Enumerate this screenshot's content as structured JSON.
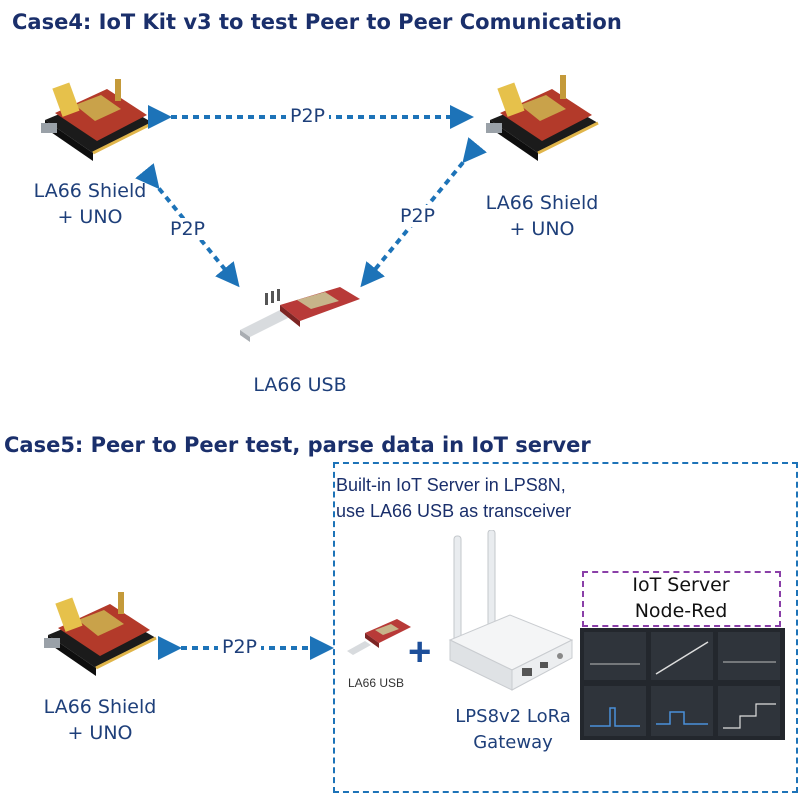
{
  "case4": {
    "title": "Case4: IoT Kit v3 to test Peer to Peer Comunication",
    "node_left": {
      "line1": "LA66 Shield",
      "line2": "+ UNO"
    },
    "node_right": {
      "line1": "LA66 Shield",
      "line2": "+ UNO"
    },
    "node_bottom": {
      "line1": "LA66 USB"
    },
    "link_top": "P2P",
    "link_left": "P2P",
    "link_right": "P2P"
  },
  "case5": {
    "title": "Case5: Peer to Peer test, parse data in IoT server",
    "box_caption": {
      "line1": "Built-in IoT Server in LPS8N,",
      "line2": "use LA66 USB as transceiver"
    },
    "node_shield": {
      "line1": "LA66 Shield",
      "line2": "+ UNO"
    },
    "link": "P2P",
    "usb_label": "LA66 USB",
    "plus": "+",
    "gateway": {
      "line1": "LPS8v2 LoRa",
      "line2": "Gateway"
    },
    "server": {
      "line1": "IoT Server",
      "line2": "Node-Red"
    }
  },
  "colors": {
    "arrow": "#1d73b8",
    "heading": "#1a2f6b",
    "label": "#1e3f7a",
    "server_border": "#8a3fa8"
  }
}
